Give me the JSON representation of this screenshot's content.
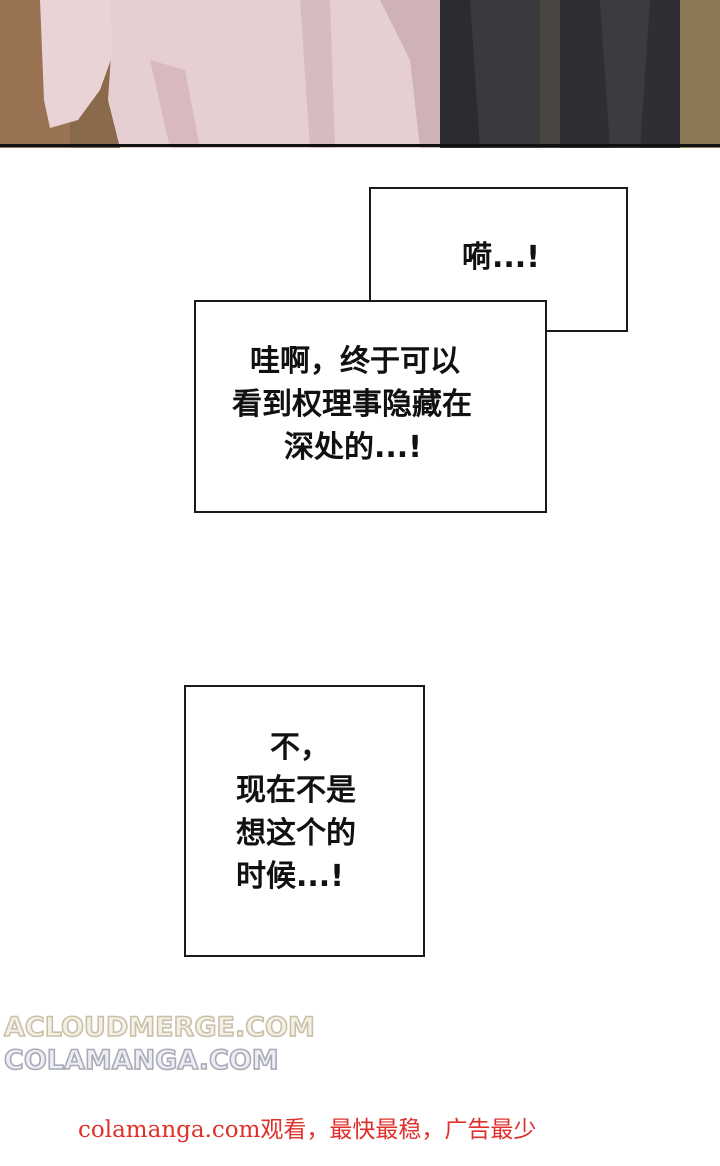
{
  "bubble_top": {
    "line1": "嗬...!"
  },
  "bubble_main": {
    "lines": [
      "哇啊，终于可以",
      "看到权理事隐藏在",
      "深处的...!"
    ]
  },
  "bubble_lower": {
    "lines": [
      "不，",
      "现在不是",
      "想这个的",
      "时候...!"
    ]
  },
  "watermark": {
    "line1": "ACLOUDMERGE.COM",
    "line2": "COLAMANGA.COM"
  },
  "footer_note": "colamanga.com观看，最快最稳，广告最少",
  "colors": {
    "footer_text": "#e0302b",
    "bubble_border": "#1a1a1a"
  }
}
